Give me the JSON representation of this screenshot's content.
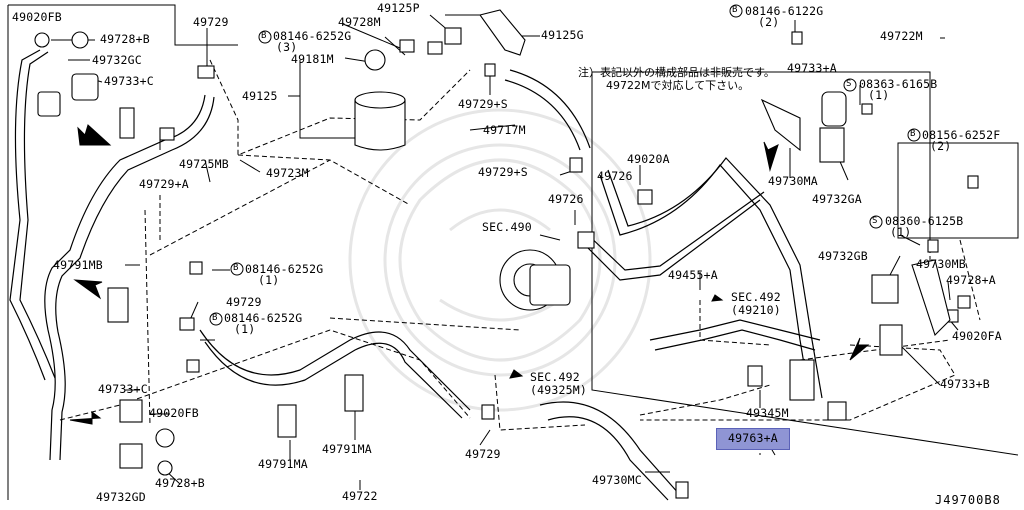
{
  "diagram_code": "J49700B8",
  "note": {
    "line1": "注）表記以外の構成部品は非販売です。",
    "line2": "49722Mで対応して下さい。"
  },
  "highlight": "49763+A",
  "labels": {
    "p49020FB_tl": "49020FB",
    "p49728B": "49728+B",
    "p49732GC": "49732GC",
    "p49733C_t": "49733+C",
    "p49729_t": "49729",
    "p49728M": "49728M",
    "p49125P": "49125P",
    "p49125G": "49125G",
    "b08146_6252G_t": "08146-6252G",
    "b08146_6252G_t_q": "(3)",
    "p49181M": "49181M",
    "p49125": "49125",
    "p49729S_t": "49729+S",
    "p49717M": "49717M",
    "p49725MB": "49725MB",
    "p49729A": "49729+A",
    "p49723M": "49723M",
    "p49791MB": "49791MB",
    "b08146_6252G_m": "08146-6252G",
    "b08146_6252G_m_q": "(1)",
    "p49729_m": "49729",
    "b08146_6252G_l": "08146-6252G",
    "b08146_6252G_l_q": "(1)",
    "p49733C_b": "49733+C",
    "p49020FB_b": "49020FB",
    "p49728B_b": "49728+B",
    "p49732GD": "49732GD",
    "p49791MA_l": "49791MA",
    "p49791MA_r": "49791MA",
    "p49722": "49722",
    "p49729_b": "49729",
    "sec492_a": "SEC.492",
    "sec492_a_sub": "(49325M)",
    "p49730MC": "49730MC",
    "p49729S_m": "49729+S",
    "p49726_a": "49726",
    "p49726_b": "49726",
    "p49020A": "49020A",
    "sec490": "SEC.490",
    "p49455A": "49455+A",
    "sec492_b": "SEC.492",
    "sec492_b_sub": "(49210)",
    "b08146_6122G": "08146-6122G",
    "b08146_6122G_q": "(2)",
    "p49722M": "49722M",
    "p49733A": "49733+A",
    "s08363_6165B": "08363-6165B",
    "s08363_6165B_q": "(1)",
    "p49730MA": "49730MA",
    "p49732GA": "49732GA",
    "b08156_6252F": "08156-6252F",
    "b08156_6252F_q": "(2)",
    "s08360_6125B": "08360-6125B",
    "s08360_6125B_q": "(1)",
    "p49732GB": "49732GB",
    "p49730MB": "49730MB",
    "p49728A": "49728+A",
    "p49020FA": "49020FA",
    "p49733B": "49733+B",
    "p49345M": "49345M"
  },
  "symbols": {
    "bolt_prefix": "B",
    "screw_prefix": "S"
  }
}
